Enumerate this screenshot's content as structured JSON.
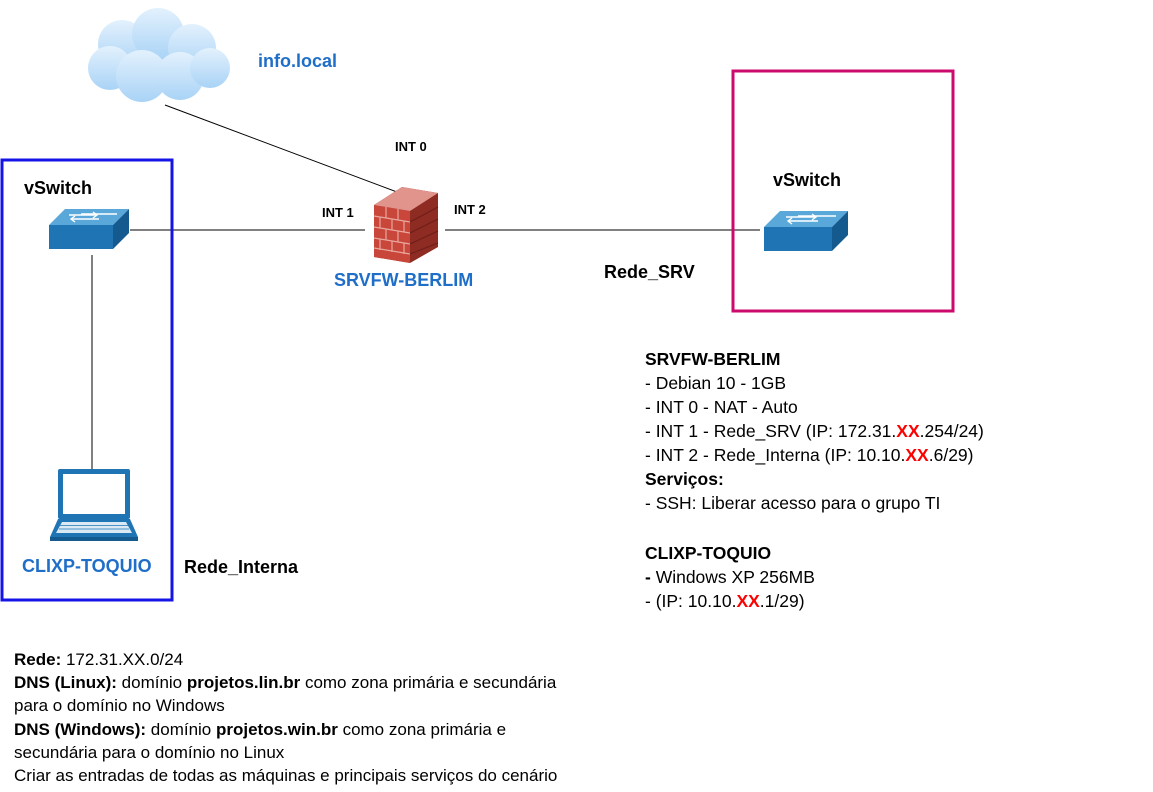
{
  "cloud": {
    "label": "info.local",
    "icon": "cloud-icon"
  },
  "interfaces": {
    "int0": "INT 0",
    "int1": "INT 1",
    "int2": "INT 2"
  },
  "firewall": {
    "label": "SRVFW-BERLIM",
    "icon": "firewall-icon"
  },
  "left_switch": {
    "label": "vSwitch",
    "icon": "network-switch-icon"
  },
  "right_switch": {
    "label": "vSwitch",
    "icon": "network-switch-icon"
  },
  "laptop": {
    "label": "CLIXP-TOQUIO",
    "icon": "laptop-icon"
  },
  "networks": {
    "internal": "Rede_Interna",
    "server": "Rede_SRV"
  },
  "colors": {
    "blue_box": "#1414e6",
    "magenta_box": "#cc0a6e",
    "label_blue": "#1f6ec8",
    "highlight_red": "#ff0000"
  },
  "srvfw_info": {
    "title": "SRVFW-BERLIM",
    "line1": "- Debian 10 - 1GB",
    "line2": "- INT 0 - NAT - Auto",
    "line3_prefix": "- INT 1 - Rede_SRV (IP: 172.31.",
    "line3_highlight": "XX",
    "line3_suffix": ".254/24)",
    "line4_prefix": "- INT 2 - Rede_Interna (IP: 10.10.",
    "line4_highlight": "XX",
    "line4_suffix": ".6/29)",
    "services_title": "Serviços:",
    "services_line": "- SSH: Liberar acesso para o grupo TI"
  },
  "clixp_info": {
    "title": "CLIXP-TOQUIO",
    "line1_dash": "-",
    "line1_text": " Windows XP 256MB",
    "line2_prefix": "- (IP: 10.10.",
    "line2_highlight": "XX",
    "line2_suffix": ".1/29)"
  },
  "notes": {
    "rede_label": "Rede:",
    "rede_value": " 172.31.XX.0/24",
    "dns_linux_label": "DNS (Linux):",
    "dns_linux_pre": " domínio ",
    "dns_linux_domain": "projetos.lin.br",
    "dns_linux_post": " como zona primária e secundária",
    "dns_linux_cont": "para o domínio no Windows",
    "dns_win_label": "DNS (Windows):",
    "dns_win_pre": " domínio ",
    "dns_win_domain": "projetos.win.br",
    "dns_win_post": " como zona primária e",
    "dns_win_cont": "secundária para o domínio no Linux",
    "final_line": "Criar as entradas de todas as máquinas e principais serviços do cenário"
  }
}
